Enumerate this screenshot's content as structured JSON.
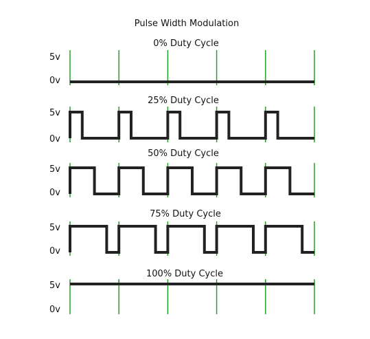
{
  "title": "Pulse Width Modulation",
  "level_labels": {
    "high": "5v",
    "low": "0v"
  },
  "colors": {
    "signal": "#222222",
    "gridline": "#22a022",
    "text": "#111111",
    "background": "#ffffff"
  },
  "periods": 5,
  "panels": [
    {
      "title": "0% Duty Cycle",
      "duty_percent": 0
    },
    {
      "title": "25% Duty Cycle",
      "duty_percent": 25
    },
    {
      "title": "50% Duty Cycle",
      "duty_percent": 50
    },
    {
      "title": "75% Duty Cycle",
      "duty_percent": 75
    },
    {
      "title": "100% Duty Cycle",
      "duty_percent": 100
    }
  ]
}
